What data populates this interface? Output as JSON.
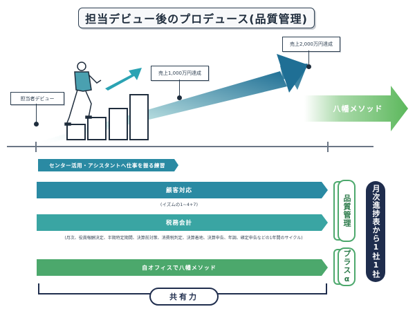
{
  "title": "担当デビュー後のプロデュース(品質管理)",
  "callouts": {
    "debut": "担当者デビュー",
    "sales_10m": "売上1,000万円達成",
    "sales_20m": "売上2,000万円達成"
  },
  "yawata_arrow": "八幡メソッド",
  "support_bar": "センター活用・アシスタントへ仕事を振る練習",
  "rows": {
    "customer": "顧客対応",
    "customer_note": "(イズムの1~4+7)",
    "tax": "税務会計",
    "tax_note": "(月次、役員報酬決定、半期特定期間、決算前対策、消費税判定、決算着地、決算申告、年調、確定申告などの1年間のサイクル)",
    "office": "自オフィスで八幡メソッド"
  },
  "labels": {
    "quality": "品質管理",
    "plus": "プラスα",
    "monthly": "月次進捗表から1社1社",
    "share": "共有力"
  },
  "colors": {
    "teal_dark": "#2a8aa3",
    "teal_mid": "#3aa5a3",
    "green": "#4ca86c",
    "navy": "#1f2d4d"
  }
}
